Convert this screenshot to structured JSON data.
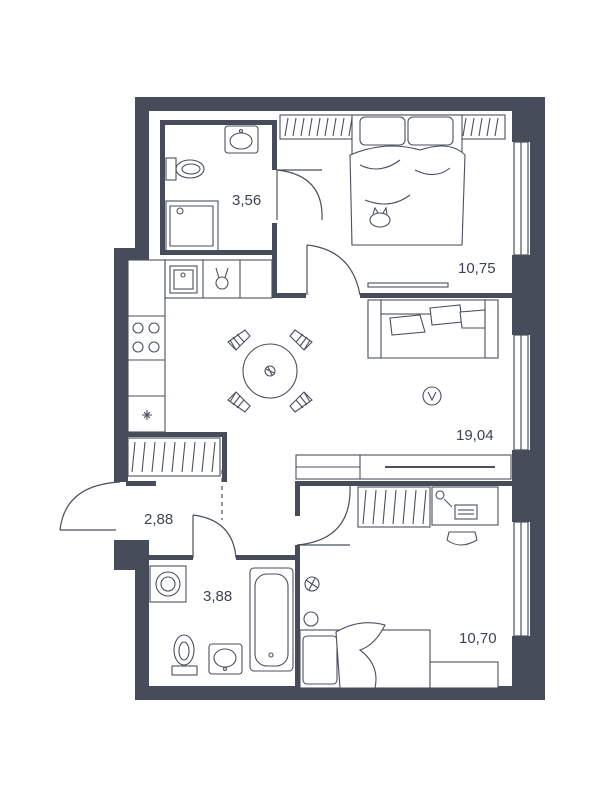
{
  "colors": {
    "wall": "#464c59",
    "line": "#4a505c",
    "background": "#ffffff"
  },
  "rooms": {
    "bathroom_top": "3,56",
    "bedroom_top": "10,75",
    "living_kitchen": "19,04",
    "hallway": "2,88",
    "bathroom_bottom": "3,88",
    "bedroom_bottom": "10,70"
  },
  "icons": [
    "cat-icon",
    "ball-icon",
    "plant-icon",
    "teddy-icon",
    "robot-vacuum-icon",
    "washing-machine-icon",
    "stove-icon"
  ]
}
